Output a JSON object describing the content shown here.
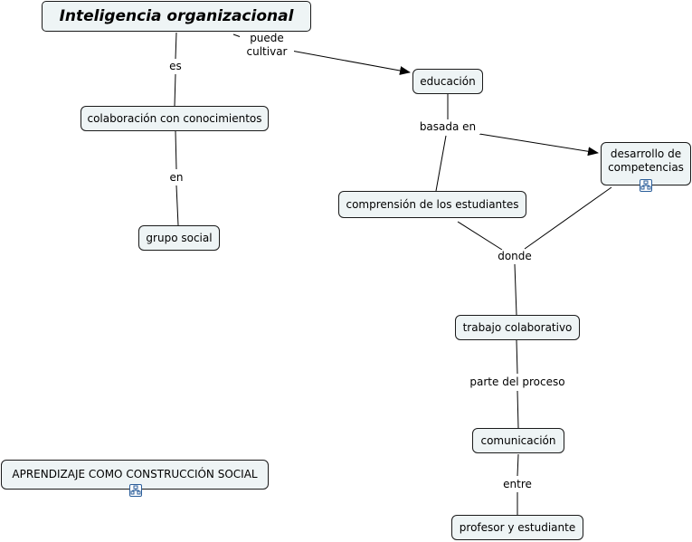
{
  "concepts": {
    "root": "Inteligencia organizacional",
    "colaboracion": "colaboración con conocimientos",
    "grupo": "grupo social",
    "educacion": "educación",
    "desarrollo": "desarrollo de competencias",
    "comprension": "comprensión de los estudiantes",
    "trabajo": "trabajo colaborativo",
    "comunicacion": "comunicación",
    "profesor": "profesor y estudiante",
    "aprendizaje": "APRENDIZAJE COMO CONSTRUCCIÓN SOCIAL"
  },
  "links": {
    "puede_cultivar": "puede cultivar",
    "es": "es",
    "en": "en",
    "basada_en": "basada en",
    "donde": "donde",
    "parte_del_proceso": "parte del proceso",
    "entre": "entre"
  },
  "icons": {
    "desarrollo": "concept-map-resource-icon",
    "aprendizaje": "concept-map-resource-icon"
  }
}
